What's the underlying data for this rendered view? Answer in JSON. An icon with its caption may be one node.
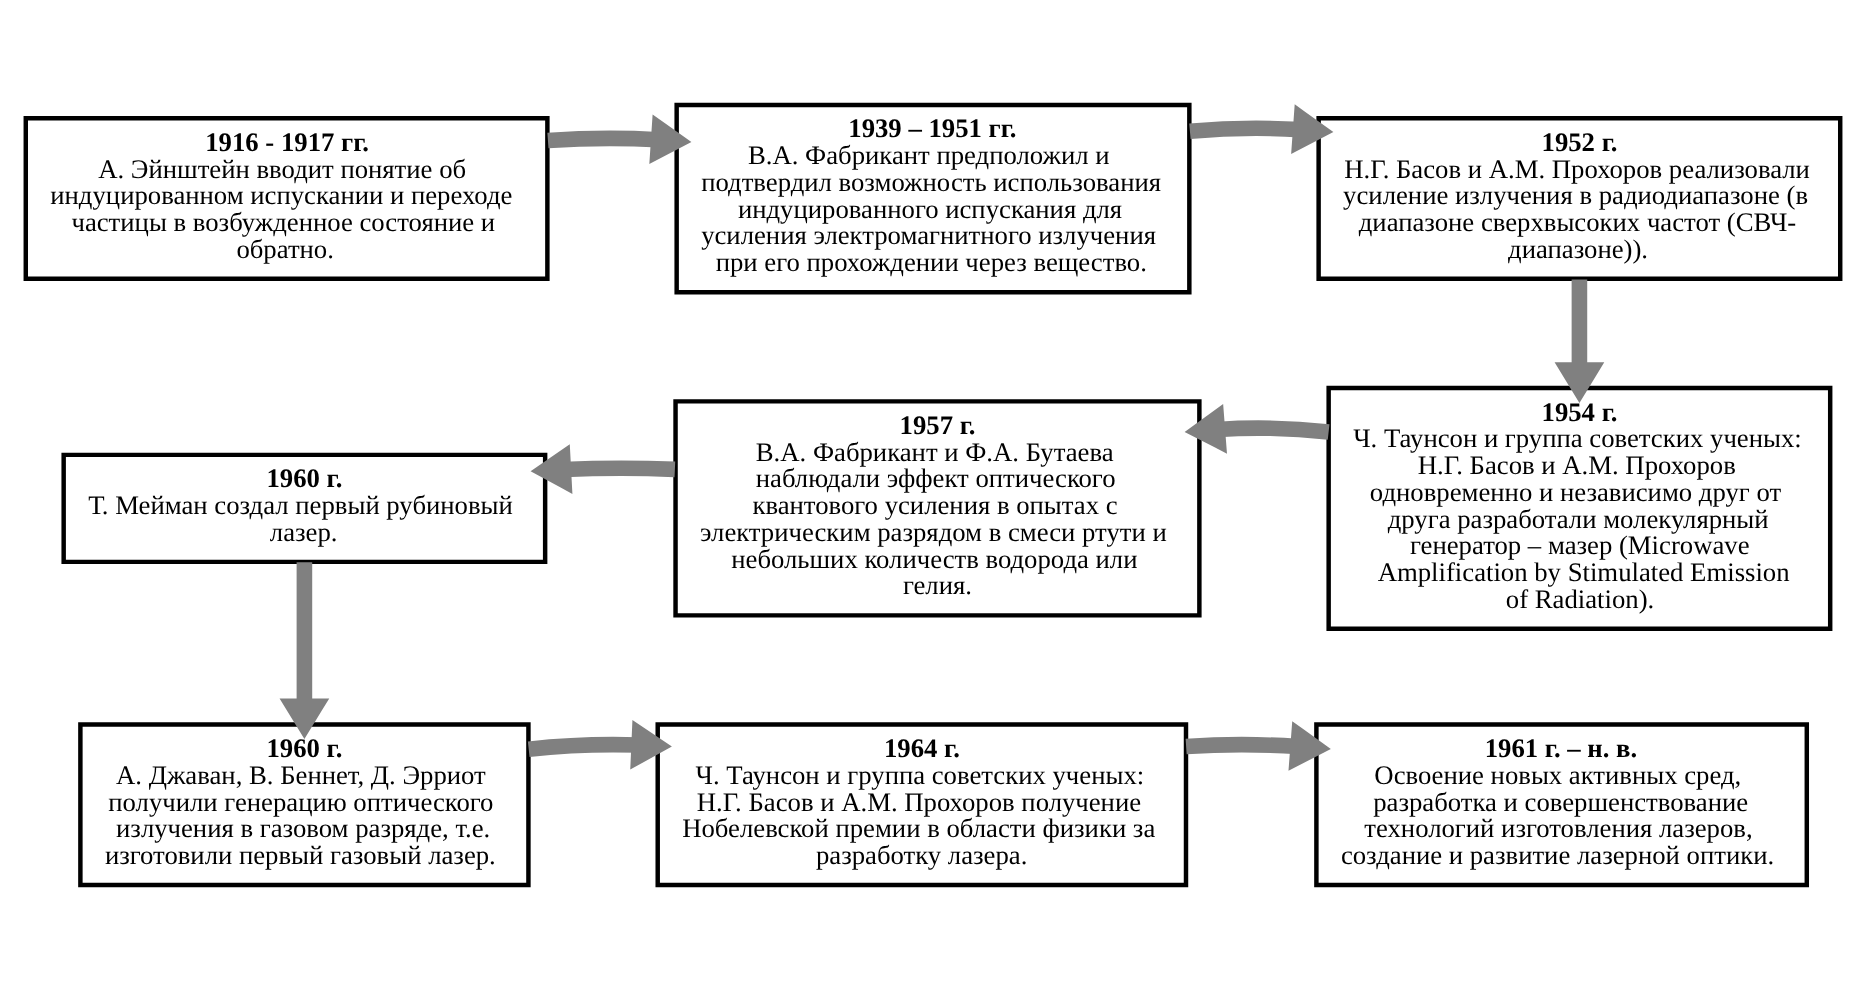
{
  "diagram": {
    "nodes": [
      {
        "text": [
          "1916 - 1917 гг.",
          "А. Эйнштейн вводит понятие об индуцированном испускании и переходе частицы в возбужденное состояние и обратно."
        ]
      },
      {
        "text": [
          "1939 – 1951 гг.",
          "В.А. Фабрикант предположил и подтвердил возможность использования индуцированного испускания для усиления электромагнитного излучения при его прохождении через вещество."
        ]
      },
      {
        "text": [
          "1952 г.",
          "Н.Г. Басов и А.М. Прохоров реализовали усиление излучения в радиодиапазоне (в диапазоне сверхвысоких частот (СВЧ-диапазоне))."
        ]
      },
      {
        "text": [
          "1960 г.",
          "Т. Мейман создал первый рубиновый лазер."
        ]
      },
      {
        "text": [
          "1957 г.",
          "В.А. Фабрикант и Ф.А. Бутаева наблюдали эффект оптического квантового усиления в опытах с электрическим разрядом в смеси ртути и небольших количеств водорода или гелия."
        ]
      },
      {
        "text": [
          "1954 г.",
          "Ч. Таунсон и группа советских ученых: Н.Г. Басов и А.М. Прохоров одновременно и независимо друг от друга разработали молекулярный генератор – мазер (Microwave Amplification by Stimulated Emission of Radiation)."
        ]
      },
      {
        "text": [
          "1960 г.",
          "А. Джаван, В. Беннет, Д. Эрриот получили генерацию оптического излучения в газовом разряде, т.е. изготовили первый газовый лазер."
        ]
      },
      {
        "text": [
          "1964 г.",
          "Ч. Таунсон и группа советских ученых: Н.Г. Басов и А.М. Прохоров получение Нобелевской премии в области физики за разработку лазера."
        ]
      },
      {
        "text": [
          "1961 г. – н. в.",
          "Освоение новых активных сред, разработка и совершенствование технологий изготовления лазеров, создание и развитие лазерной оптики."
        ]
      }
    ],
    "edges": [
      {
        "from": 0,
        "to": 1,
        "arrow": "to"
      },
      {
        "from": 1,
        "to": 2,
        "arrow": "to"
      },
      {
        "from": 2,
        "to": 5,
        "arrow": "to"
      },
      {
        "from": 5,
        "to": 4,
        "arrow": "to"
      },
      {
        "from": 4,
        "to": 3,
        "arrow": "to"
      },
      {
        "from": 3,
        "to": 6,
        "arrow": "to"
      },
      {
        "from": 6,
        "to": 7,
        "arrow": "to"
      },
      {
        "from": 7,
        "to": 8,
        "arrow": "to"
      }
    ]
  }
}
